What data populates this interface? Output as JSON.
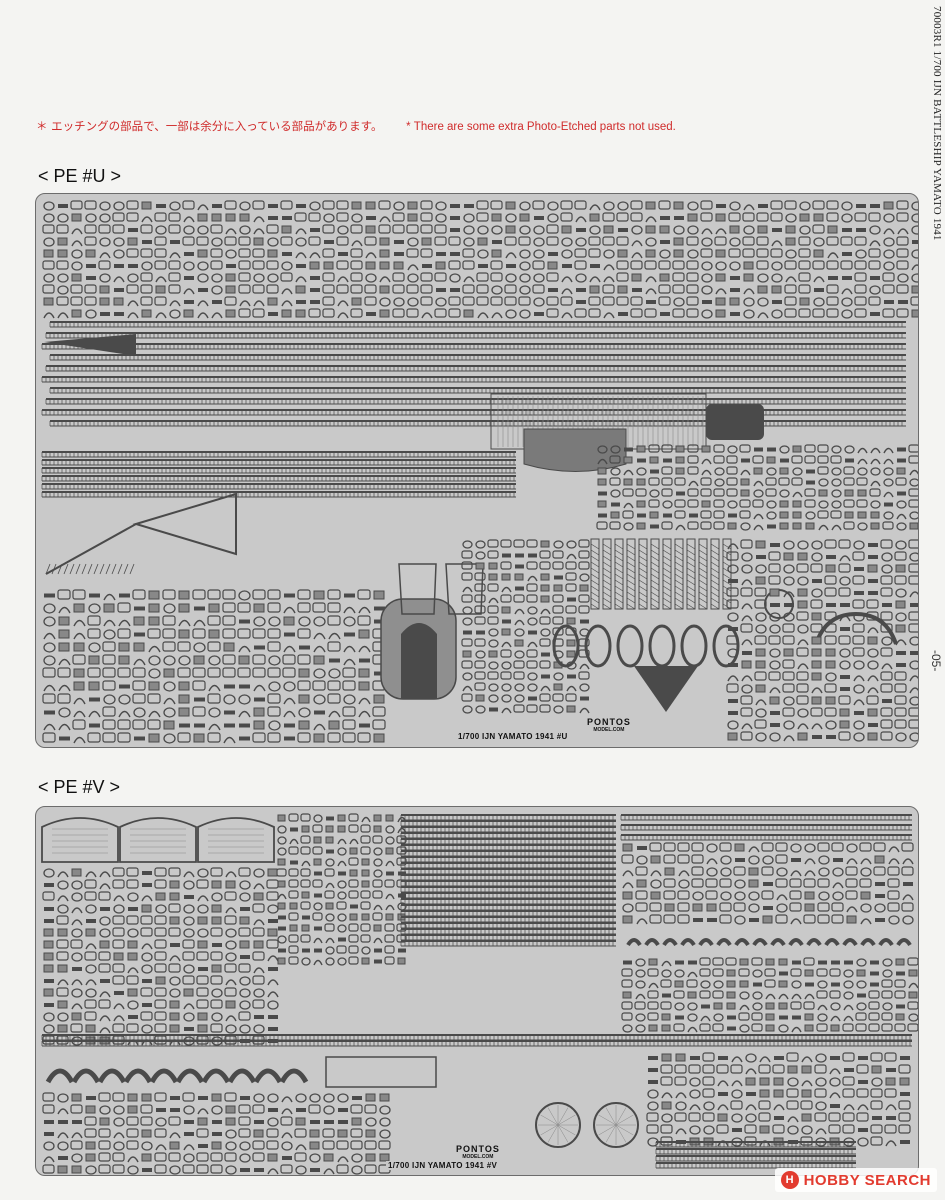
{
  "header": {
    "side_title": "70003R1   1/700 IJN BATTLESHIP YAMATO 1941",
    "page_number": "-05-"
  },
  "note": {
    "jp": "＊ エッチングの部品で、一部は余分に入っている部品があります。",
    "en": "* There are some extra Photo-Etched parts not used."
  },
  "sheets": [
    {
      "title": "< PE #U >",
      "fret_label": "1/700 IJN YAMATO 1941 #U",
      "brand": "PONTOS",
      "brand_sub": "MODEL.COM"
    },
    {
      "title": "< PE #V >",
      "fret_label": "1/700 IJN YAMATO 1941 #V",
      "brand": "PONTOS",
      "brand_sub": "MODEL.COM"
    }
  ],
  "watermark": {
    "logo": "H",
    "text": "HOBBY SEARCH"
  },
  "colors": {
    "note_red": "#d02b2b",
    "fret_gray": "#c9c9c9",
    "part_dark": "#4a4a4a",
    "watermark_red": "#e23b2f"
  }
}
